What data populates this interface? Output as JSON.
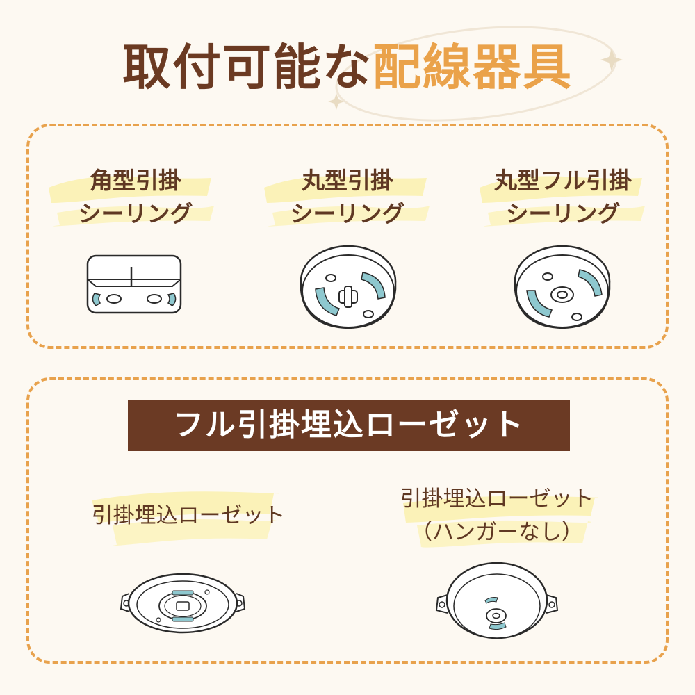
{
  "title": {
    "part1": "取付可能な",
    "part2": "配線器具"
  },
  "colors": {
    "brown": "#6b3a24",
    "orange": "#eaa24a",
    "teal": "#8ec8cf",
    "highlight": "#fbf2b8"
  },
  "compatible_devices": [
    {
      "line1": "角型引掛",
      "line2": "シーリング"
    },
    {
      "line1": "丸型引掛",
      "line2": "シーリング"
    },
    {
      "line1": "丸型フル引掛",
      "line2": "シーリング"
    }
  ],
  "rosette_section": {
    "banner": "フル引掛埋込ローゼット",
    "items": [
      {
        "line1": "引掛埋込ローゼット",
        "line2": ""
      },
      {
        "line1": "引掛埋込ローゼット",
        "line2": "（ハンガーなし）"
      }
    ]
  }
}
